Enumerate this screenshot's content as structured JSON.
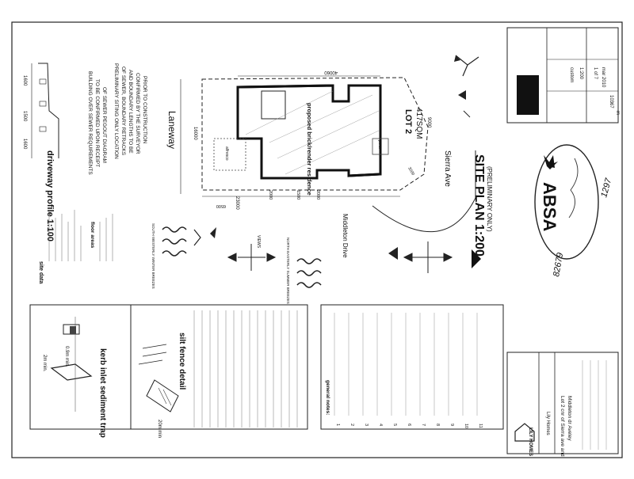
{
  "plan": {
    "title": "SITE PLAN 1:200",
    "subtitle": "(PRELIMINARY ONLY)",
    "lot_label": "LOT 2",
    "lot_area": "417SQM",
    "building_label": "proposed brick/render residence",
    "street_sierra": "Sierra Ave",
    "street_middleton": "Middleton Drive",
    "laneway": "Laneway",
    "dim_top": "40060",
    "dim_bottom": "23000",
    "dim_left": "16000",
    "dim_right": "9000",
    "dim_setback_a": "2000",
    "dim_setback_b": "2000",
    "dim_6500": "6500",
    "dim_1500": "1500",
    "cor_chord": "3200",
    "note_alfresco": "alfresco",
    "note_porch": "porch"
  },
  "driveway": {
    "title": "driveway profile 1:100",
    "levels": [
      "1600",
      "1500",
      "1600"
    ]
  },
  "sewer_note": {
    "line1": "BUILDING OVER SEWER REQUIREMENTS",
    "line2": "TO BE CONFIRMED UPON RECEIPT",
    "line3": "OF SEWER PEGOUT DIAGRAM",
    "line4": "PRELIMINARY SITING ONLY LOCATION",
    "line5": "OF SEWER, BOUNDARY RETRACKS",
    "line6": "AND BOUNDARY LENGTHS TO BE",
    "line7": "CONFIRMED BY THE SURVEYOR",
    "line8": "PRIOR TO CONSTRUCTION"
  },
  "site_data": {
    "heading": "site data",
    "floor_areas": "floor areas",
    "views": "VIEWS",
    "breezes_sw": "SOUTH WESTERLY WINTER BREEZES",
    "breezes_ne": "NORTH EASTERLY SUMMER BREEZES"
  },
  "details": {
    "silt_fence": "silt fence detail",
    "kerb_trap": "kerb inlet sediment trap",
    "dim_2m": "2m min.",
    "dim_09m": "0.9m min.",
    "dim_20m": "20m min"
  },
  "notes": {
    "heading": "general notes:",
    "items": [
      "1",
      "2",
      "3",
      "4",
      "5",
      "6",
      "7",
      "8",
      "9",
      "10",
      "11"
    ]
  },
  "brand": {
    "absa": "ABSA",
    "lily_homes": "LILY HOMES"
  },
  "title_block": {
    "project_line1": "Lot 2 cnr of Sierra ave and",
    "project_line2": "Middleton dr Aveley",
    "client": "Lily Homes",
    "scale": "1:200",
    "sheet": "1 of 7",
    "date": "mar 2010",
    "job": "custom",
    "drawing_no": "10367",
    "revision": "m"
  },
  "handwriting": {
    "stamp_num": "1297",
    "margin_num": "82679"
  }
}
